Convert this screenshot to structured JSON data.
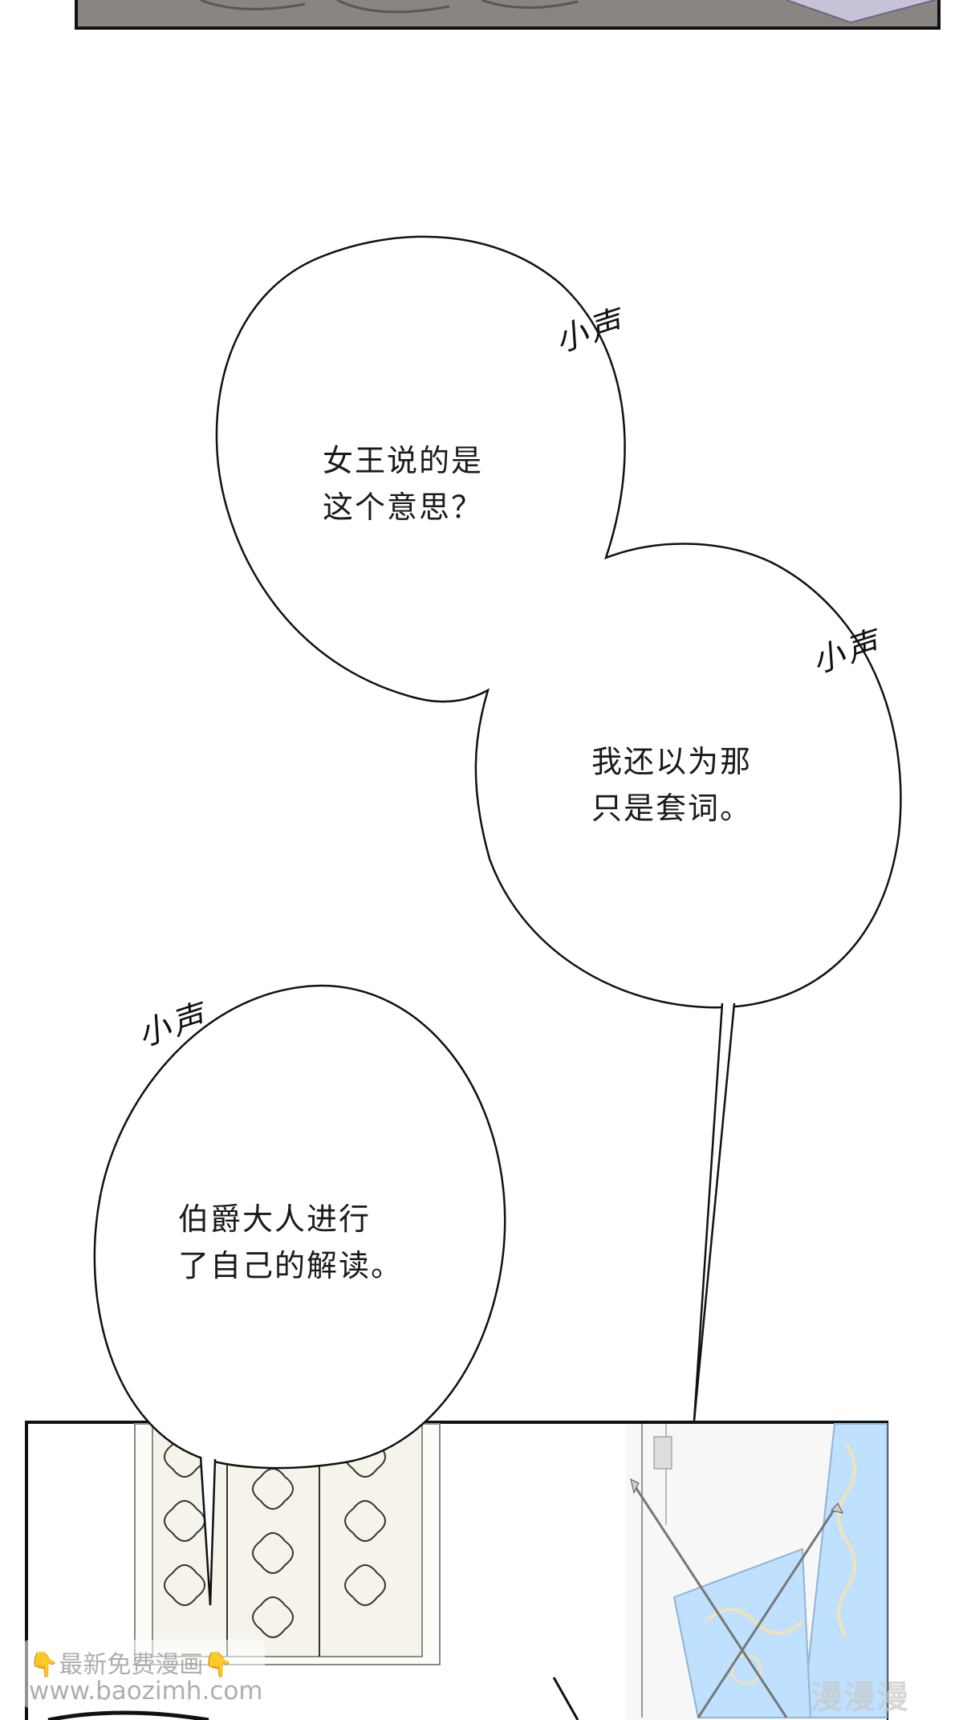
{
  "bubbles": [
    {
      "lines": [
        "女王说的是",
        "这个意思？"
      ],
      "sfx": "小声"
    },
    {
      "lines": [
        "我还以为那",
        "只是套词。"
      ],
      "sfx": "小声"
    },
    {
      "lines": [
        "伯爵大人进行",
        "了自己的解读。"
      ],
      "sfx": "小声"
    }
  ],
  "watermark": {
    "line1": "最新免费漫画",
    "line2": "www.baozimh.com",
    "hand_icon": "pointing-down-hand-icon",
    "corner": "漫漫漫"
  },
  "colors": {
    "panel_border": "#111111",
    "curtain_blue": "#bfe0ff",
    "top_panel_tone": "#7a7a7a"
  }
}
